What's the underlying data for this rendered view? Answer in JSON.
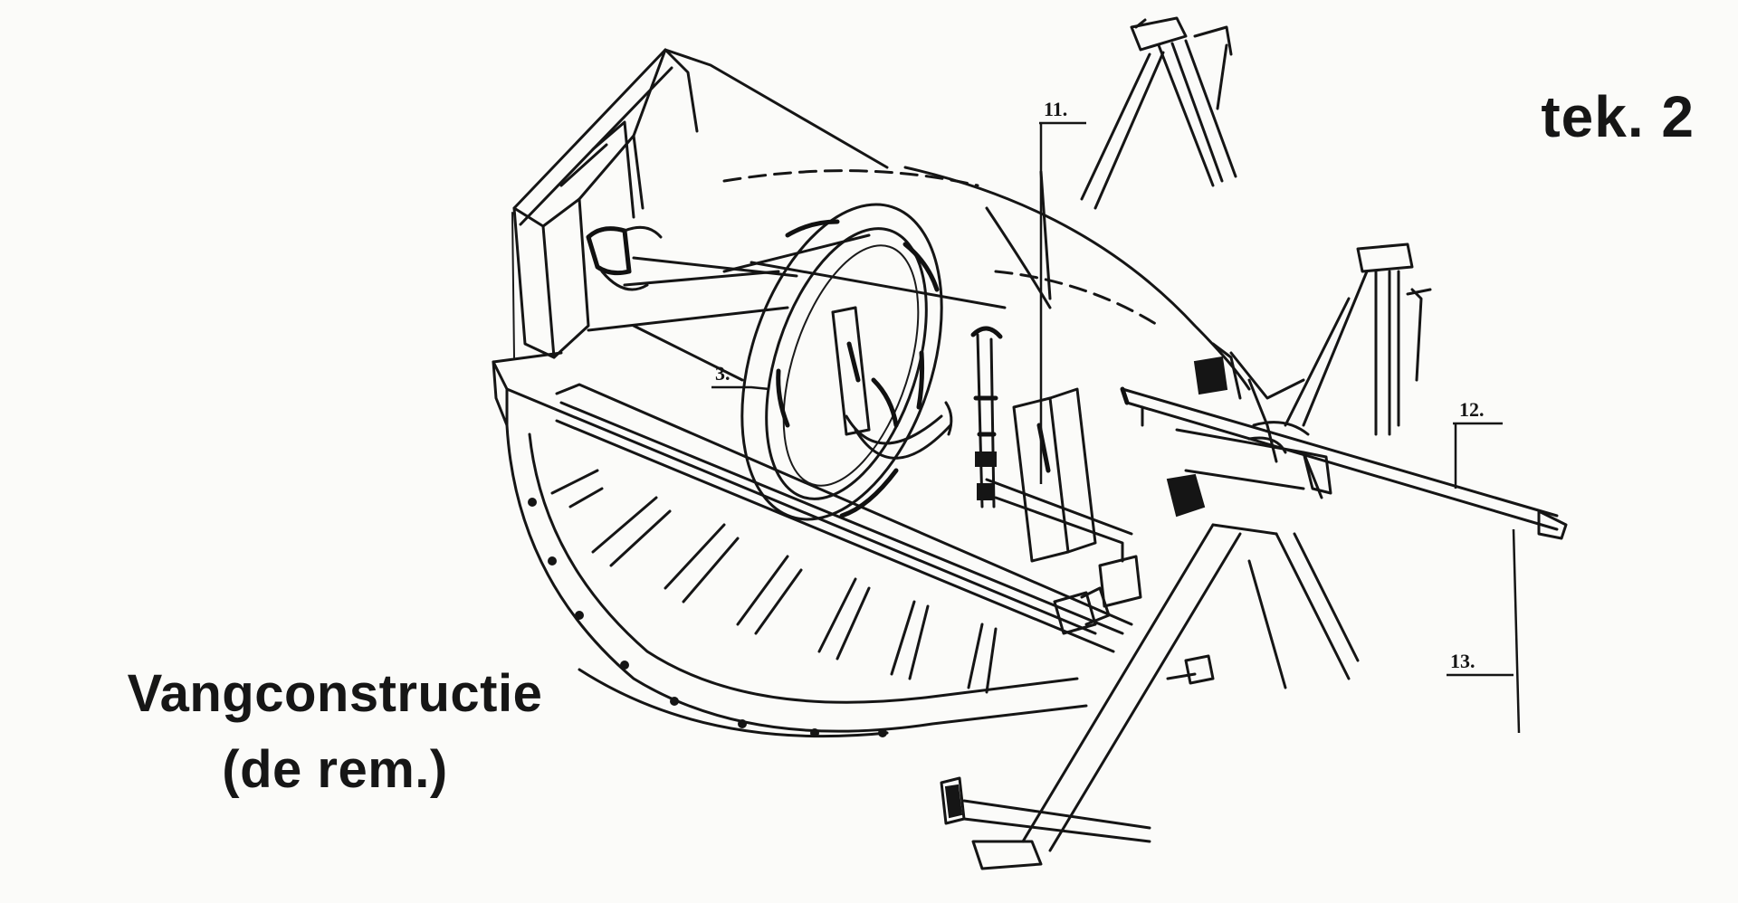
{
  "drawing_label": "tek. 2",
  "caption": {
    "line1": "Vangconstructie",
    "line2": "(de rem.)"
  },
  "callouts": [
    {
      "id": "3",
      "label": "3."
    },
    {
      "id": "11",
      "label": "11."
    },
    {
      "id": "12",
      "label": "12."
    },
    {
      "id": "13",
      "label": "13."
    }
  ],
  "colors": {
    "ink": "#151515",
    "paper": "#fbfbf9"
  }
}
